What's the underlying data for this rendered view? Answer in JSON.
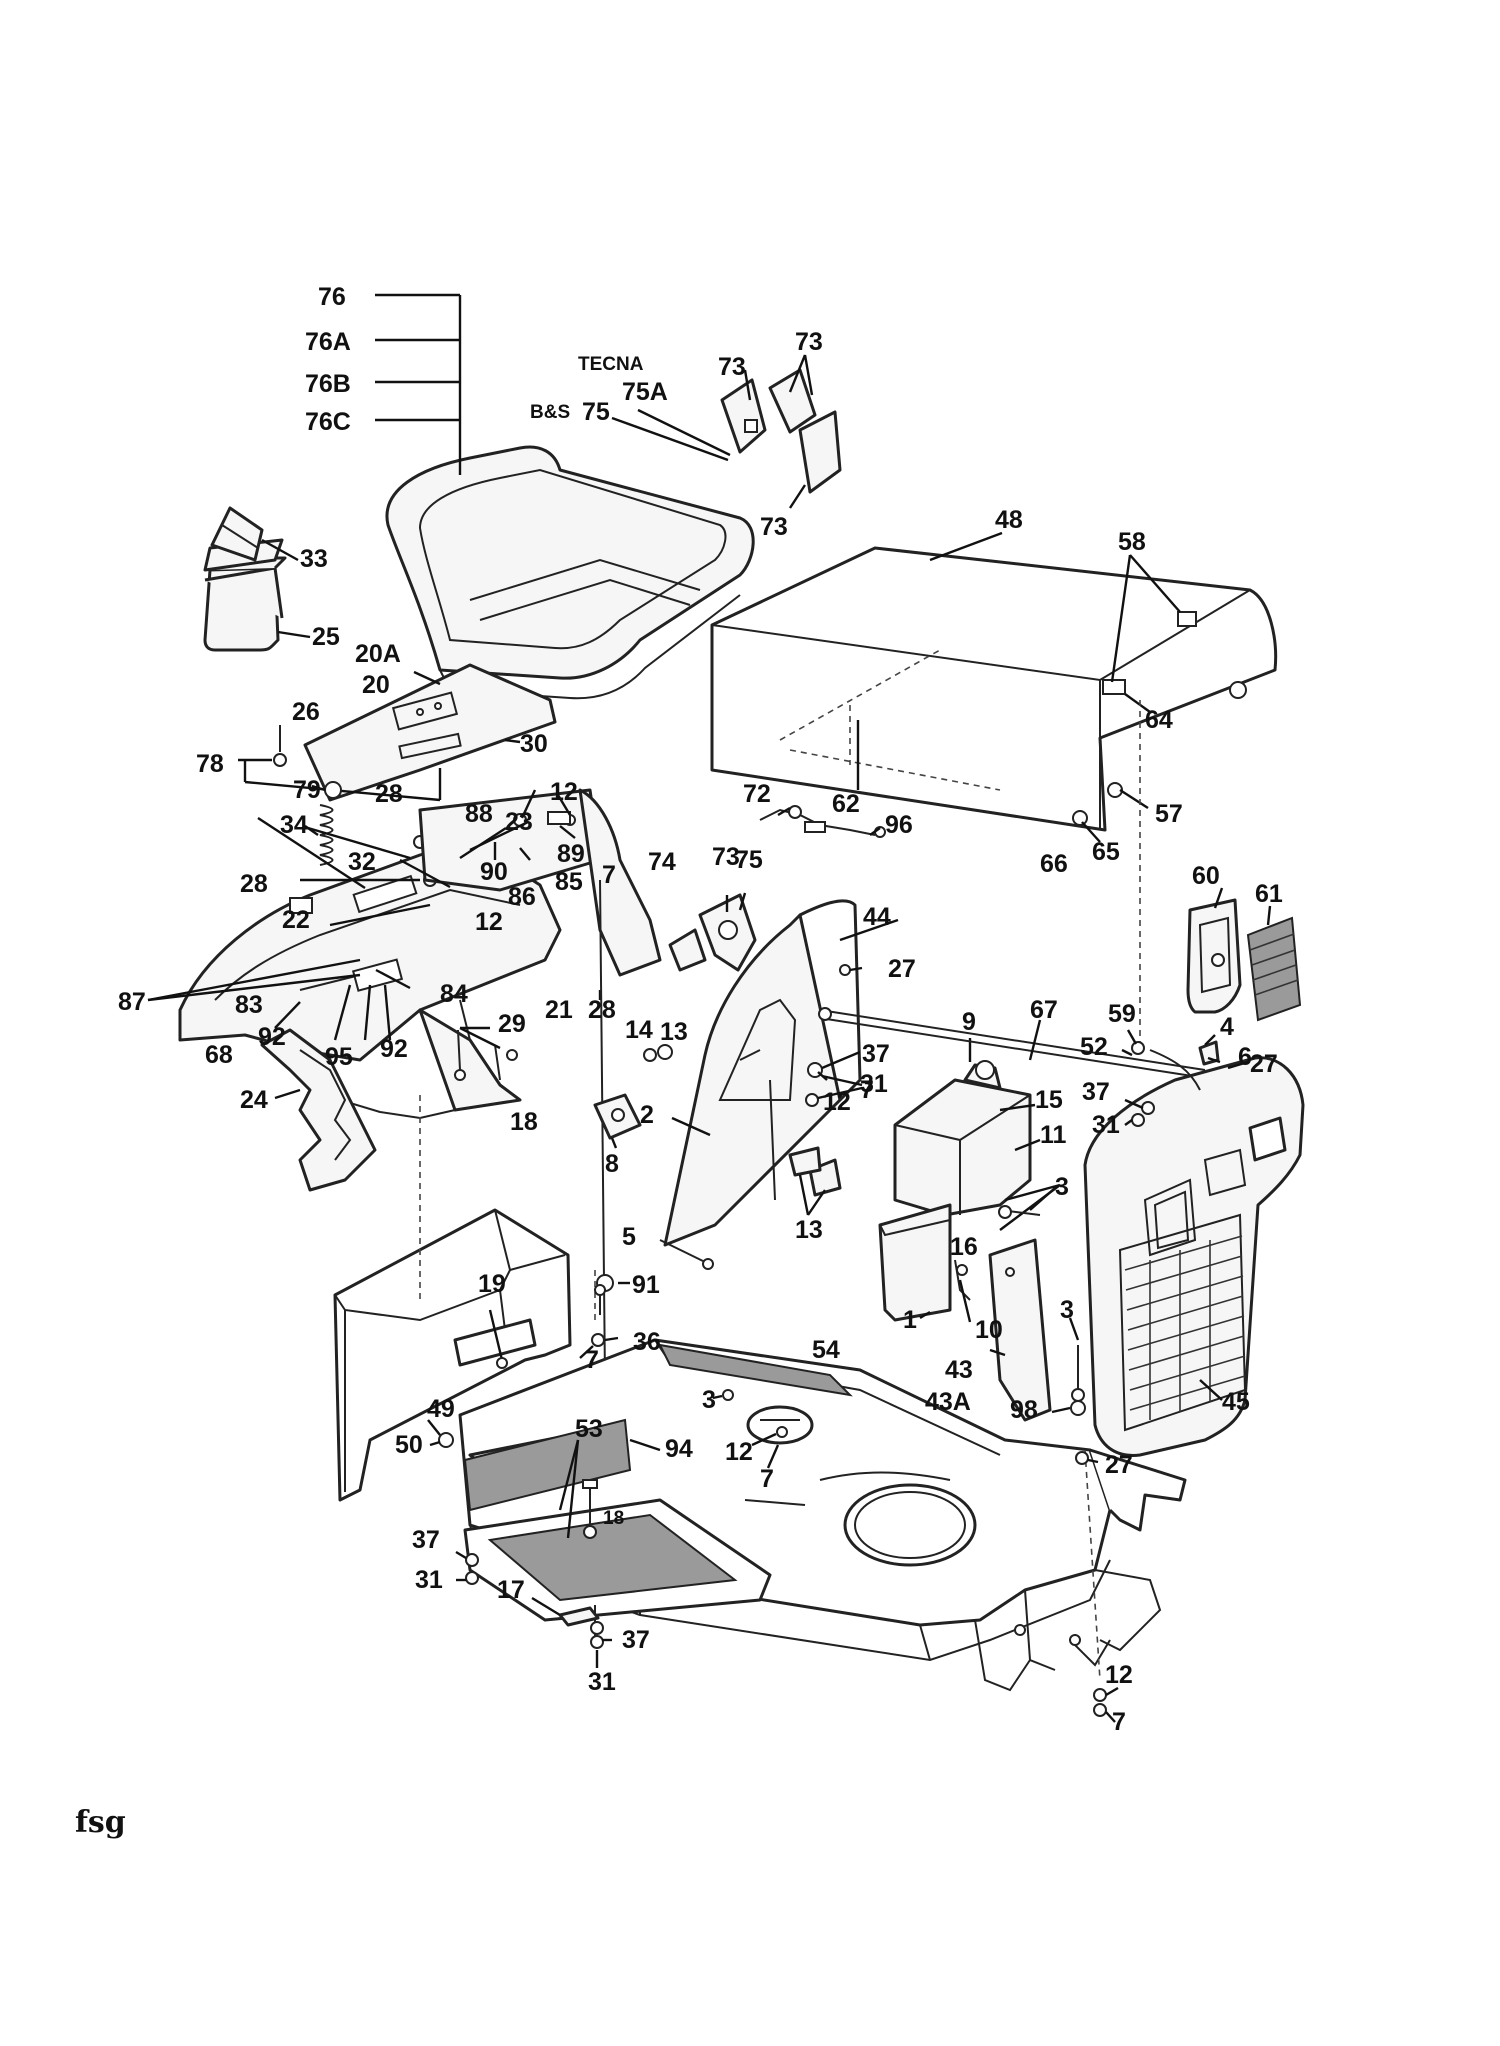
{
  "diagram": {
    "footer_mark": "fsg",
    "callouts": [
      "76",
      "76A",
      "76B",
      "76C",
      "TECNA",
      "75A",
      "B&S",
      "75",
      "73",
      "73",
      "73",
      "48",
      "58",
      "64",
      "57",
      "33",
      "25",
      "20A",
      "20",
      "26",
      "30",
      "78",
      "79",
      "28",
      "12",
      "34",
      "88",
      "23",
      "7",
      "32",
      "89",
      "90",
      "85",
      "86",
      "12",
      "28",
      "22",
      "87",
      "83",
      "84",
      "92",
      "95",
      "92",
      "29",
      "68",
      "24",
      "21",
      "18",
      "28",
      "14",
      "13",
      "2",
      "8",
      "13",
      "72",
      "73",
      "74",
      "75",
      "96",
      "62",
      "65",
      "66",
      "44",
      "27",
      "37",
      "31",
      "12",
      "7",
      "9",
      "67",
      "15",
      "11",
      "3",
      "16",
      "10",
      "1",
      "43",
      "43A",
      "5",
      "19",
      "91",
      "36",
      "49",
      "50",
      "54",
      "3",
      "53",
      "94",
      "12",
      "7",
      "37",
      "31",
      "17",
      "37",
      "31",
      "60",
      "61",
      "59",
      "52",
      "4",
      "6",
      "27",
      "37",
      "31",
      "3",
      "98",
      "45",
      "27",
      "12",
      "7",
      "7",
      "18"
    ]
  }
}
